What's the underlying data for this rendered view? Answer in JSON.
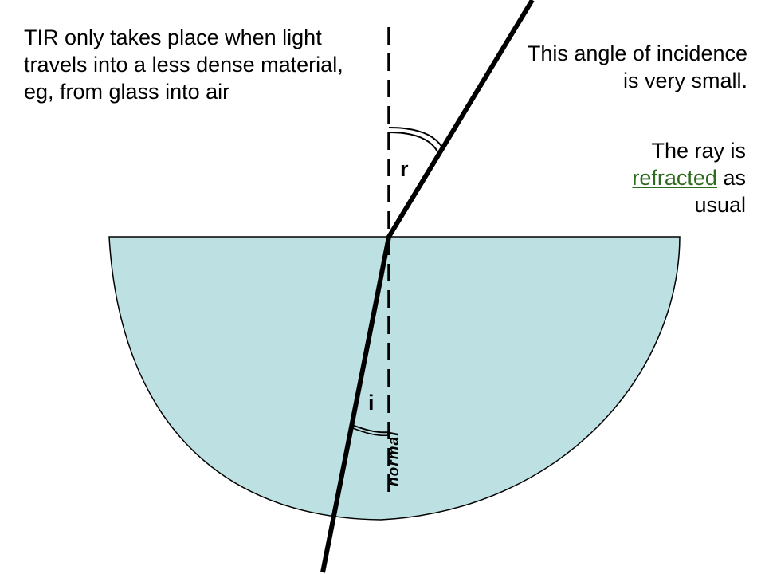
{
  "notes": {
    "tir_condition": "TIR only takes place when light travels into a less dense material, eg, from glass into air",
    "angle_small": "This angle of incidence is very small.",
    "ray_prefix": "The ray is",
    "ray_link": "refracted",
    "ray_suffix": "as usual"
  },
  "labels": {
    "refraction_angle": "r",
    "incidence_angle": "i",
    "normal": "normal"
  },
  "colors": {
    "glass_fill": "#bde0e3",
    "link_color": "#2e6b1f",
    "ray": "#000000",
    "normal_line": "#000000"
  }
}
